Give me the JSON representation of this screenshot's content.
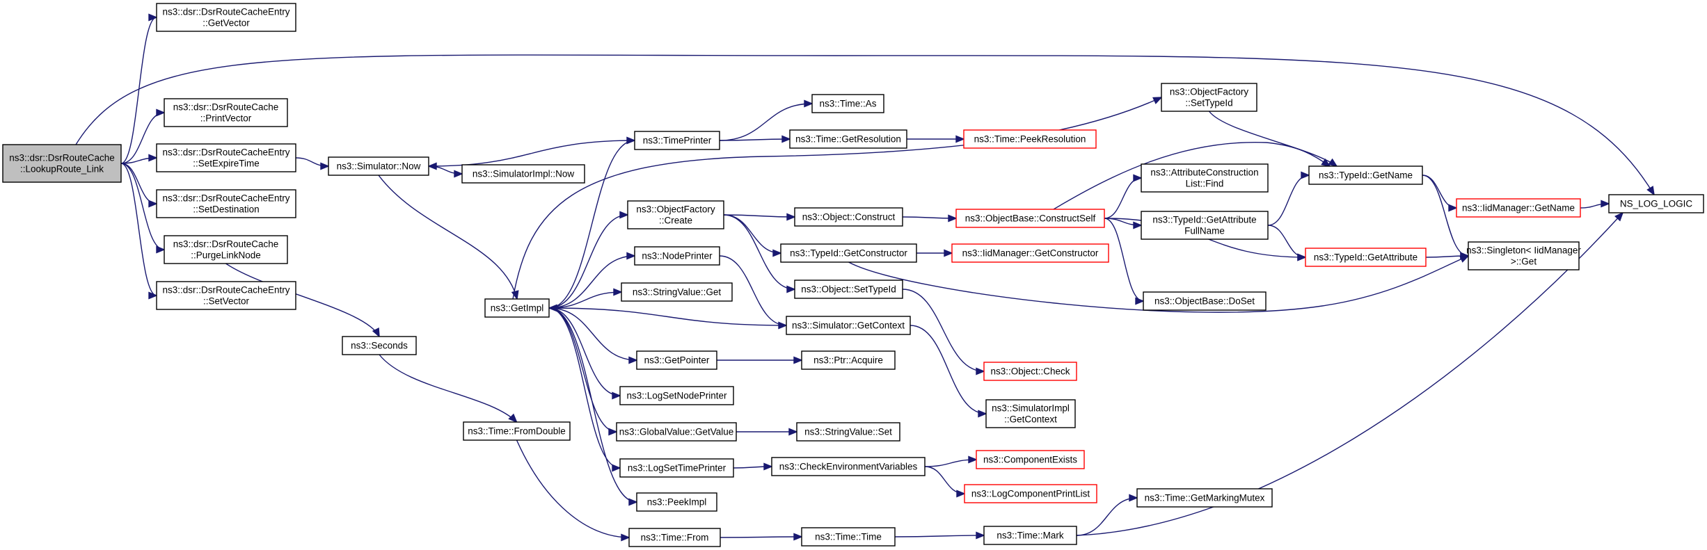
{
  "graph": {
    "nodes": [
      {
        "id": "root",
        "lines": [
          "ns3::dsr::DsrRouteCache",
          "::LookupRoute_Link"
        ],
        "root": true
      },
      {
        "id": "rce_getvector",
        "lines": [
          "ns3::dsr::DsrRouteCacheEntry",
          "::GetVector"
        ]
      },
      {
        "id": "rc_printvector",
        "lines": [
          "ns3::dsr::DsrRouteCache",
          "::PrintVector"
        ]
      },
      {
        "id": "rce_setexpiretime",
        "lines": [
          "ns3::dsr::DsrRouteCacheEntry",
          "::SetExpireTime"
        ]
      },
      {
        "id": "rce_setdestination",
        "lines": [
          "ns3::dsr::DsrRouteCacheEntry",
          "::SetDestination"
        ]
      },
      {
        "id": "rc_purgelinknode",
        "lines": [
          "ns3::dsr::DsrRouteCache",
          "::PurgeLinkNode"
        ]
      },
      {
        "id": "rce_setvector",
        "lines": [
          "ns3::dsr::DsrRouteCacheEntry",
          "::SetVector"
        ]
      },
      {
        "id": "sim_now",
        "lines": [
          "ns3::Simulator::Now"
        ]
      },
      {
        "id": "simimpl_now",
        "lines": [
          "ns3::SimulatorImpl::Now"
        ]
      },
      {
        "id": "seconds",
        "lines": [
          "ns3::Seconds"
        ]
      },
      {
        "id": "getimpl",
        "lines": [
          "ns3::GetImpl"
        ]
      },
      {
        "id": "time_fromdouble",
        "lines": [
          "ns3::Time::FromDouble"
        ]
      },
      {
        "id": "timeprinter",
        "lines": [
          "ns3::TimePrinter"
        ]
      },
      {
        "id": "of_create",
        "lines": [
          "ns3::ObjectFactory",
          "::Create"
        ]
      },
      {
        "id": "nodeprinter",
        "lines": [
          "ns3::NodePrinter"
        ]
      },
      {
        "id": "stringvalue_get",
        "lines": [
          "ns3::StringValue::Get"
        ]
      },
      {
        "id": "getpointer",
        "lines": [
          "ns3::GetPointer"
        ]
      },
      {
        "id": "logsetnodeprinter",
        "lines": [
          "ns3::LogSetNodePrinter"
        ]
      },
      {
        "id": "gv_getvalue",
        "lines": [
          "ns3::GlobalValue::GetValue"
        ]
      },
      {
        "id": "logsettimeprinter",
        "lines": [
          "ns3::LogSetTimePrinter"
        ]
      },
      {
        "id": "peekimpl",
        "lines": [
          "ns3::PeekImpl"
        ]
      },
      {
        "id": "time_from",
        "lines": [
          "ns3::Time::From"
        ]
      },
      {
        "id": "time_as",
        "lines": [
          "ns3::Time::As"
        ]
      },
      {
        "id": "time_getresolution",
        "lines": [
          "ns3::Time::GetResolution"
        ]
      },
      {
        "id": "time_peekresolution",
        "lines": [
          "ns3::Time::PeekResolution"
        ],
        "truncated": true
      },
      {
        "id": "object_construct",
        "lines": [
          "ns3::Object::Construct"
        ]
      },
      {
        "id": "typeid_getconstructor",
        "lines": [
          "ns3::TypeId::GetConstructor"
        ]
      },
      {
        "id": "object_settypeid",
        "lines": [
          "ns3::Object::SetTypeId"
        ]
      },
      {
        "id": "sim_getcontext",
        "lines": [
          "ns3::Simulator::GetContext"
        ]
      },
      {
        "id": "ptr_acquire",
        "lines": [
          "ns3::Ptr::Acquire"
        ]
      },
      {
        "id": "stringvalue_set",
        "lines": [
          "ns3::StringValue::Set"
        ]
      },
      {
        "id": "checkenv",
        "lines": [
          "ns3::CheckEnvironmentVariables"
        ]
      },
      {
        "id": "time_time",
        "lines": [
          "ns3::Time::Time"
        ]
      },
      {
        "id": "of_settypeid",
        "lines": [
          "ns3::ObjectFactory",
          "::SetTypeId"
        ]
      },
      {
        "id": "ob_constructself",
        "lines": [
          "ns3::ObjectBase::ConstructSelf"
        ],
        "truncated": true
      },
      {
        "id": "iid_getconstructor",
        "lines": [
          "ns3::IidManager::GetConstructor"
        ],
        "truncated": true
      },
      {
        "id": "object_check",
        "lines": [
          "ns3::Object::Check"
        ],
        "truncated": true
      },
      {
        "id": "simimpl_getcontext",
        "lines": [
          "ns3::SimulatorImpl",
          "::GetContext"
        ]
      },
      {
        "id": "componentexists",
        "lines": [
          "ns3::ComponentExists"
        ],
        "truncated": true
      },
      {
        "id": "logcomponentprintlist",
        "lines": [
          "ns3::LogComponentPrintList"
        ],
        "truncated": true
      },
      {
        "id": "time_mark",
        "lines": [
          "ns3::Time::Mark"
        ]
      },
      {
        "id": "acl_find",
        "lines": [
          "ns3::AttributeConstruction",
          "List::Find"
        ]
      },
      {
        "id": "typeid_getattributefullname",
        "lines": [
          "ns3::TypeId::GetAttribute",
          "FullName"
        ]
      },
      {
        "id": "ob_doset",
        "lines": [
          "ns3::ObjectBase::DoSet"
        ]
      },
      {
        "id": "time_getmarkingmutex",
        "lines": [
          "ns3::Time::GetMarkingMutex"
        ]
      },
      {
        "id": "typeid_getname",
        "lines": [
          "ns3::TypeId::GetName"
        ]
      },
      {
        "id": "typeid_getattribute",
        "lines": [
          "ns3::TypeId::GetAttribute"
        ],
        "truncated": true
      },
      {
        "id": "iid_getname",
        "lines": [
          "ns3::IidManager::GetName"
        ],
        "truncated": true
      },
      {
        "id": "singleton_get",
        "lines": [
          "ns3::Singleton< IidManager",
          " >::Get"
        ]
      },
      {
        "id": "ns_log_logic",
        "lines": [
          "NS_LOG_LOGIC"
        ]
      }
    ],
    "edges": [
      [
        "root",
        "rce_getvector"
      ],
      [
        "root",
        "rc_printvector"
      ],
      [
        "root",
        "rce_setexpiretime"
      ],
      [
        "root",
        "rce_setdestination"
      ],
      [
        "root",
        "rc_purgelinknode"
      ],
      [
        "root",
        "rce_setvector"
      ],
      [
        "root",
        "ns_log_logic"
      ],
      [
        "rce_setexpiretime",
        "sim_now"
      ],
      [
        "rc_purgelinknode",
        "seconds"
      ],
      [
        "sim_now",
        "simimpl_now"
      ],
      [
        "sim_now",
        "getimpl"
      ],
      [
        "timeprinter",
        "sim_now"
      ],
      [
        "seconds",
        "time_fromdouble"
      ],
      [
        "time_fromdouble",
        "time_from"
      ],
      [
        "getimpl",
        "timeprinter"
      ],
      [
        "getimpl",
        "of_settypeid"
      ],
      [
        "getimpl",
        "of_create"
      ],
      [
        "getimpl",
        "nodeprinter"
      ],
      [
        "getimpl",
        "stringvalue_get"
      ],
      [
        "getimpl",
        "getpointer"
      ],
      [
        "getimpl",
        "logsetnodeprinter"
      ],
      [
        "getimpl",
        "gv_getvalue"
      ],
      [
        "getimpl",
        "logsettimeprinter"
      ],
      [
        "getimpl",
        "peekimpl"
      ],
      [
        "sim_getcontext",
        "getimpl"
      ],
      [
        "timeprinter",
        "time_as"
      ],
      [
        "timeprinter",
        "time_getresolution"
      ],
      [
        "time_getresolution",
        "time_peekresolution"
      ],
      [
        "of_create",
        "object_construct"
      ],
      [
        "of_create",
        "typeid_getconstructor"
      ],
      [
        "of_create",
        "object_settypeid"
      ],
      [
        "nodeprinter",
        "sim_getcontext"
      ],
      [
        "getpointer",
        "ptr_acquire"
      ],
      [
        "gv_getvalue",
        "stringvalue_set"
      ],
      [
        "logsettimeprinter",
        "checkenv"
      ],
      [
        "checkenv",
        "componentexists"
      ],
      [
        "checkenv",
        "logcomponentprintlist"
      ],
      [
        "time_from",
        "time_time"
      ],
      [
        "time_time",
        "time_mark"
      ],
      [
        "time_mark",
        "time_getmarkingmutex"
      ],
      [
        "time_mark",
        "ns_log_logic"
      ],
      [
        "object_construct",
        "ob_constructself"
      ],
      [
        "typeid_getconstructor",
        "iid_getconstructor"
      ],
      [
        "typeid_getconstructor",
        "singleton_get"
      ],
      [
        "object_settypeid",
        "object_check"
      ],
      [
        "sim_getcontext",
        "simimpl_getcontext"
      ],
      [
        "of_settypeid",
        "typeid_getname"
      ],
      [
        "ob_constructself",
        "typeid_getname"
      ],
      [
        "ob_constructself",
        "acl_find"
      ],
      [
        "ob_constructself",
        "typeid_getattributefullname"
      ],
      [
        "ob_constructself",
        "typeid_getattribute"
      ],
      [
        "ob_constructself",
        "ob_doset"
      ],
      [
        "typeid_getattributefullname",
        "typeid_getname"
      ],
      [
        "typeid_getattributefullname",
        "typeid_getattribute"
      ],
      [
        "typeid_getname",
        "iid_getname"
      ],
      [
        "typeid_getname",
        "singleton_get"
      ],
      [
        "typeid_getattribute",
        "singleton_get"
      ],
      [
        "iid_getname",
        "ns_log_logic"
      ]
    ]
  }
}
